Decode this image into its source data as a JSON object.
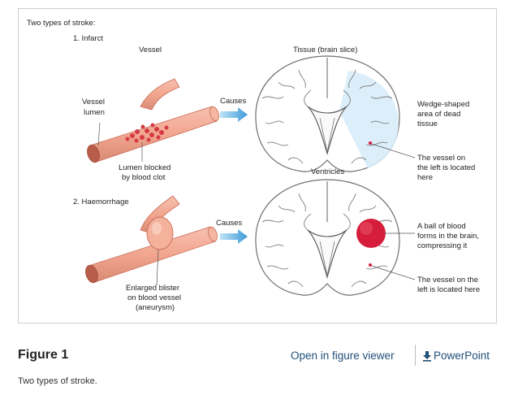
{
  "figure": {
    "heading": "Two types of stroke:",
    "section1": "1. Infarct",
    "section2": "2. Haemorrhage",
    "col_vessel": "Vessel",
    "col_tissue": "Tissue (brain slice)",
    "causes": "Causes",
    "vessel_lumen": [
      "Vessel",
      "lumen"
    ],
    "lumen_blocked": [
      "Lumen blocked",
      "by blood clot"
    ],
    "ventricles": "Ventricles",
    "wedge": [
      "Wedge-shaped",
      "area of dead",
      "tissue"
    ],
    "vessel_left_1": [
      "The vessel on",
      "the left is located",
      "here"
    ],
    "blister": [
      "Enlarged blister",
      "on blood vessel",
      "(aneurysm)"
    ],
    "ball": [
      "A ball of blood",
      "forms in the brain,",
      "compressing it"
    ],
    "vessel_left_2": [
      "The vessel on the",
      "left is located here"
    ],
    "colors": {
      "vessel": "#f2a68f",
      "vessel_dark": "#c96a55",
      "clot": "#d63a48",
      "arrow": "#4aa3df",
      "brain": "#ffffff",
      "bleed": "#d61d3b",
      "infarct": "#d8ecf8"
    }
  },
  "footer": {
    "title": "Figure 1",
    "open_viewer": "Open in figure viewer",
    "powerpoint": "PowerPoint",
    "caption": "Two types of stroke."
  }
}
